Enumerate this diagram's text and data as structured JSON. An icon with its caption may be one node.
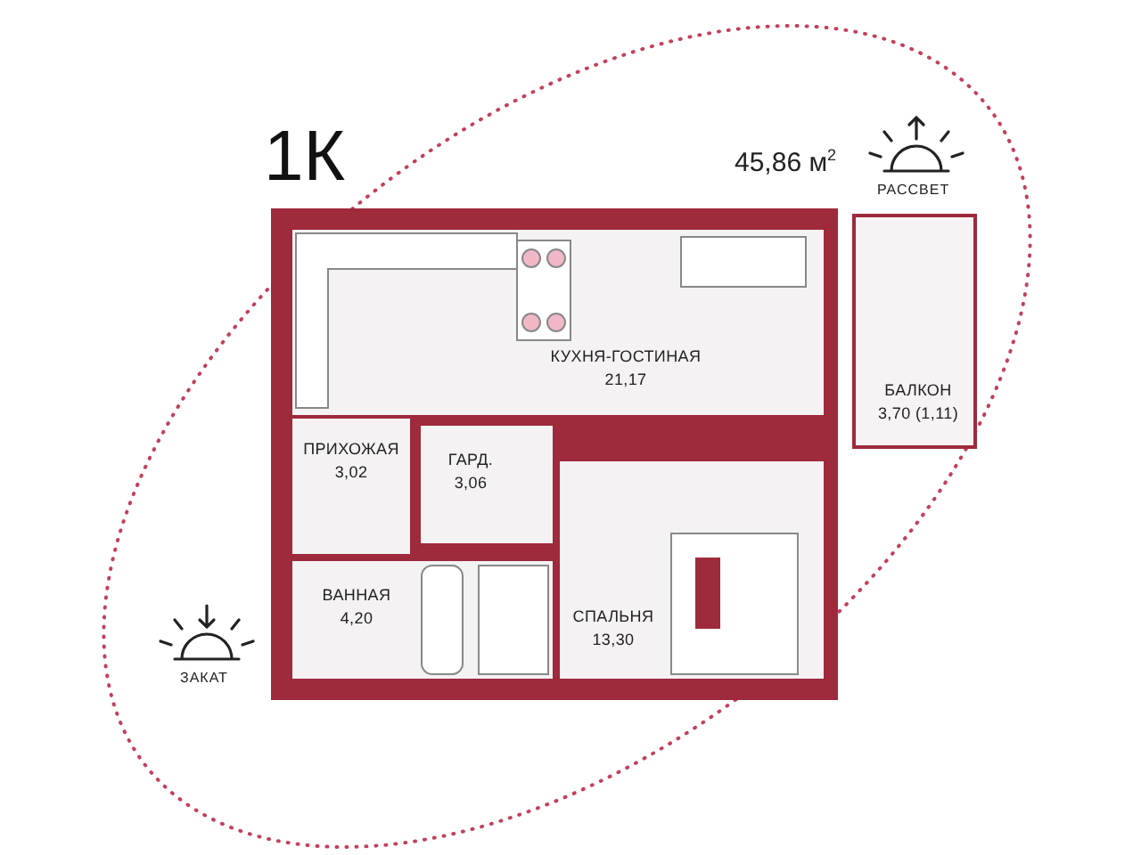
{
  "diagram": {
    "nodes": [
      {
        "text": [
          "КУХНЯ-ГОСТИНАЯ",
          "21,17"
        ]
      },
      {
        "text": [
          "ПРИХОЖАЯ",
          "3,02"
        ]
      },
      {
        "text": [
          "ГАРД.",
          "3,06"
        ]
      },
      {
        "text": [
          "ВАННАЯ",
          "4,20"
        ]
      },
      {
        "text": [
          "СПАЛЬНЯ",
          "13,30"
        ]
      },
      {
        "text": [
          "БАЛКОН",
          "3,70 (1,11)"
        ]
      }
    ],
    "labels": [
      "1К",
      "45,86 м$^{2}$",
      "РАССВЕТ",
      "ЗАКАТ"
    ]
  }
}
